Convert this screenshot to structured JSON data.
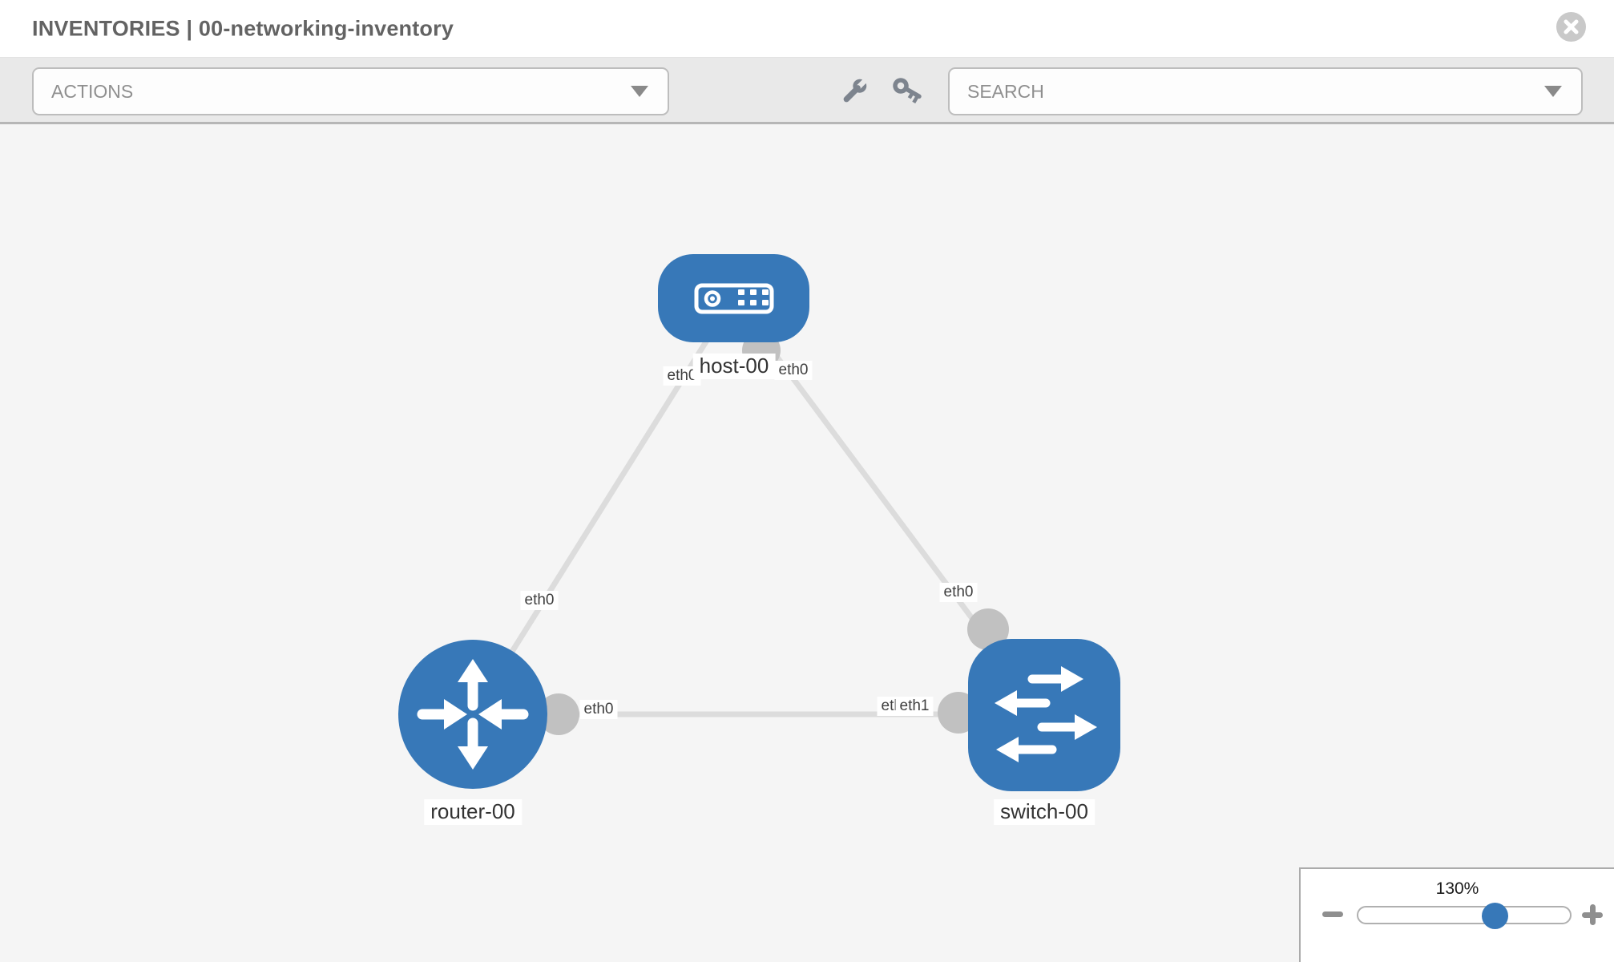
{
  "header": {
    "title": "INVENTORIES | 00-networking-inventory"
  },
  "toolbar": {
    "actions_label": "ACTIONS",
    "search_label": "SEARCH",
    "icons": [
      "wrench-icon",
      "key-icon"
    ]
  },
  "diagram": {
    "nodes": [
      {
        "id": "host-00",
        "type": "host",
        "label": "host-00"
      },
      {
        "id": "router-00",
        "type": "router",
        "label": "router-00"
      },
      {
        "id": "switch-00",
        "type": "switch",
        "label": "switch-00"
      }
    ],
    "links": [
      {
        "source": "host-00",
        "target": "router-00",
        "source_interface": "eth0",
        "target_interface": "eth0"
      },
      {
        "source": "host-00",
        "target": "switch-00",
        "source_interface": "eth0",
        "target_interface": "eth0"
      },
      {
        "source": "router-00",
        "target": "switch-00",
        "source_interface": "eth0",
        "target_interface": "eth1",
        "obscured_label": "eth0"
      }
    ]
  },
  "zoom_control": {
    "level": "130%"
  },
  "colors": {
    "node_blue": "#3778b8",
    "link_gray": "#dcdcdc",
    "port_gray": "#c1c1c1",
    "canvas_bg": "#f5f5f5",
    "toolbar_bg": "#e9e9e9"
  }
}
